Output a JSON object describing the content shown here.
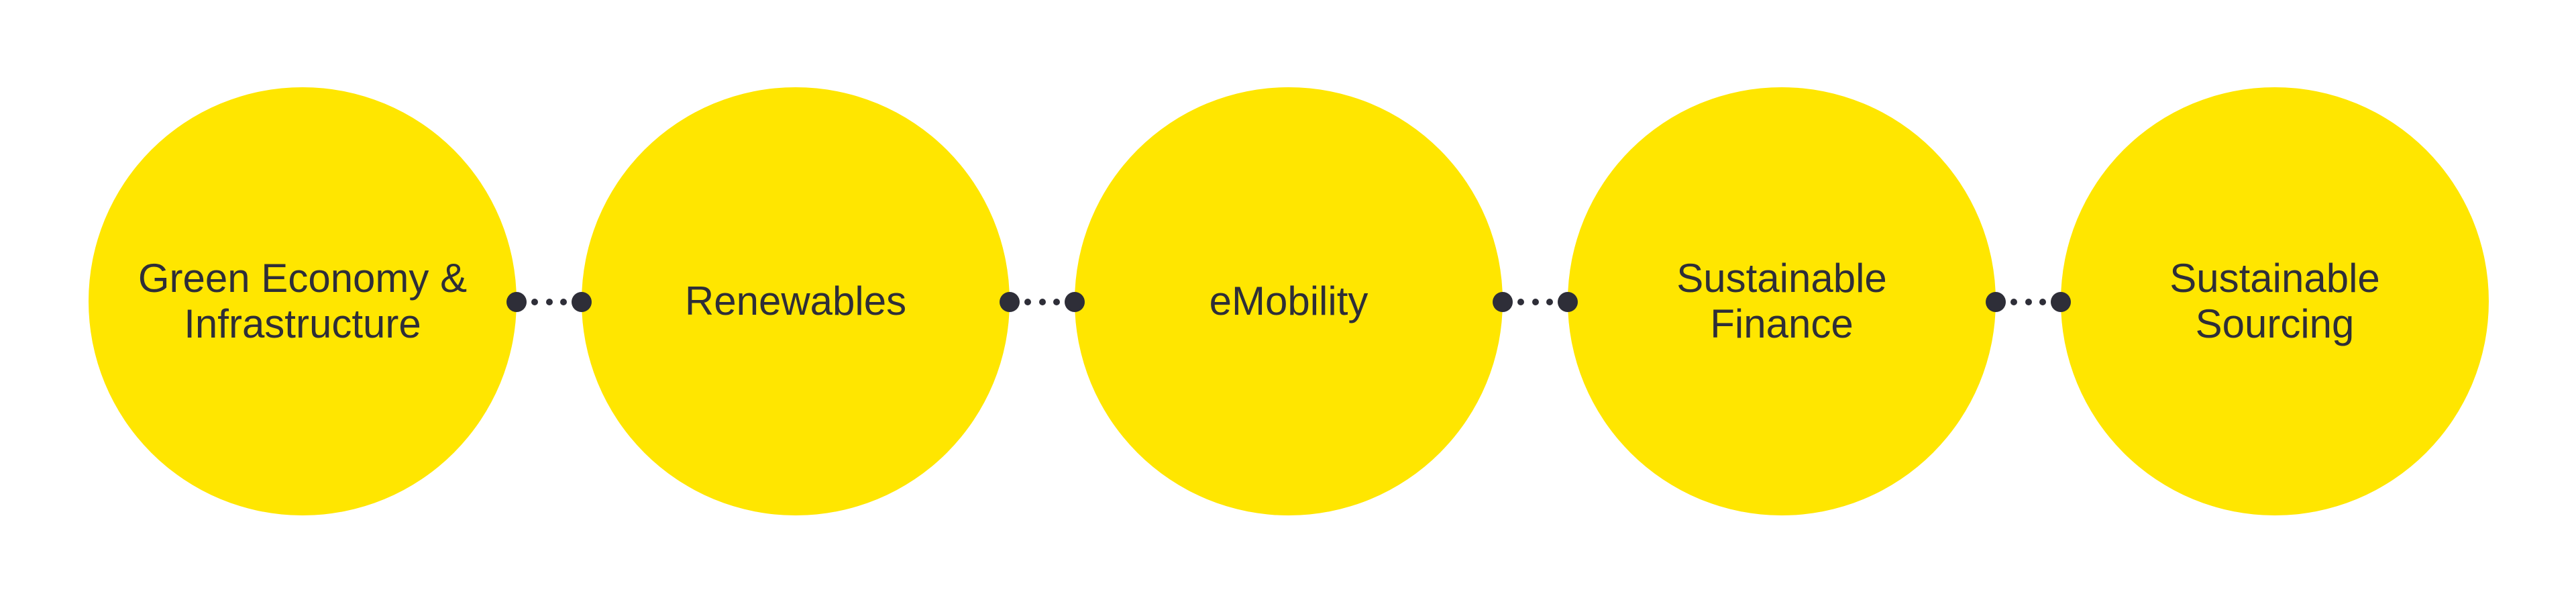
{
  "colors": {
    "circle": "#FFE600",
    "text": "#2e2e38",
    "connector": "#2e2e38"
  },
  "steps": [
    {
      "label": "Green Economy &\nInfrastructure"
    },
    {
      "label": "Renewables"
    },
    {
      "label": "eMobility"
    },
    {
      "label": "Sustainable\nFinance"
    },
    {
      "label": "Sustainable\nSourcing"
    }
  ]
}
